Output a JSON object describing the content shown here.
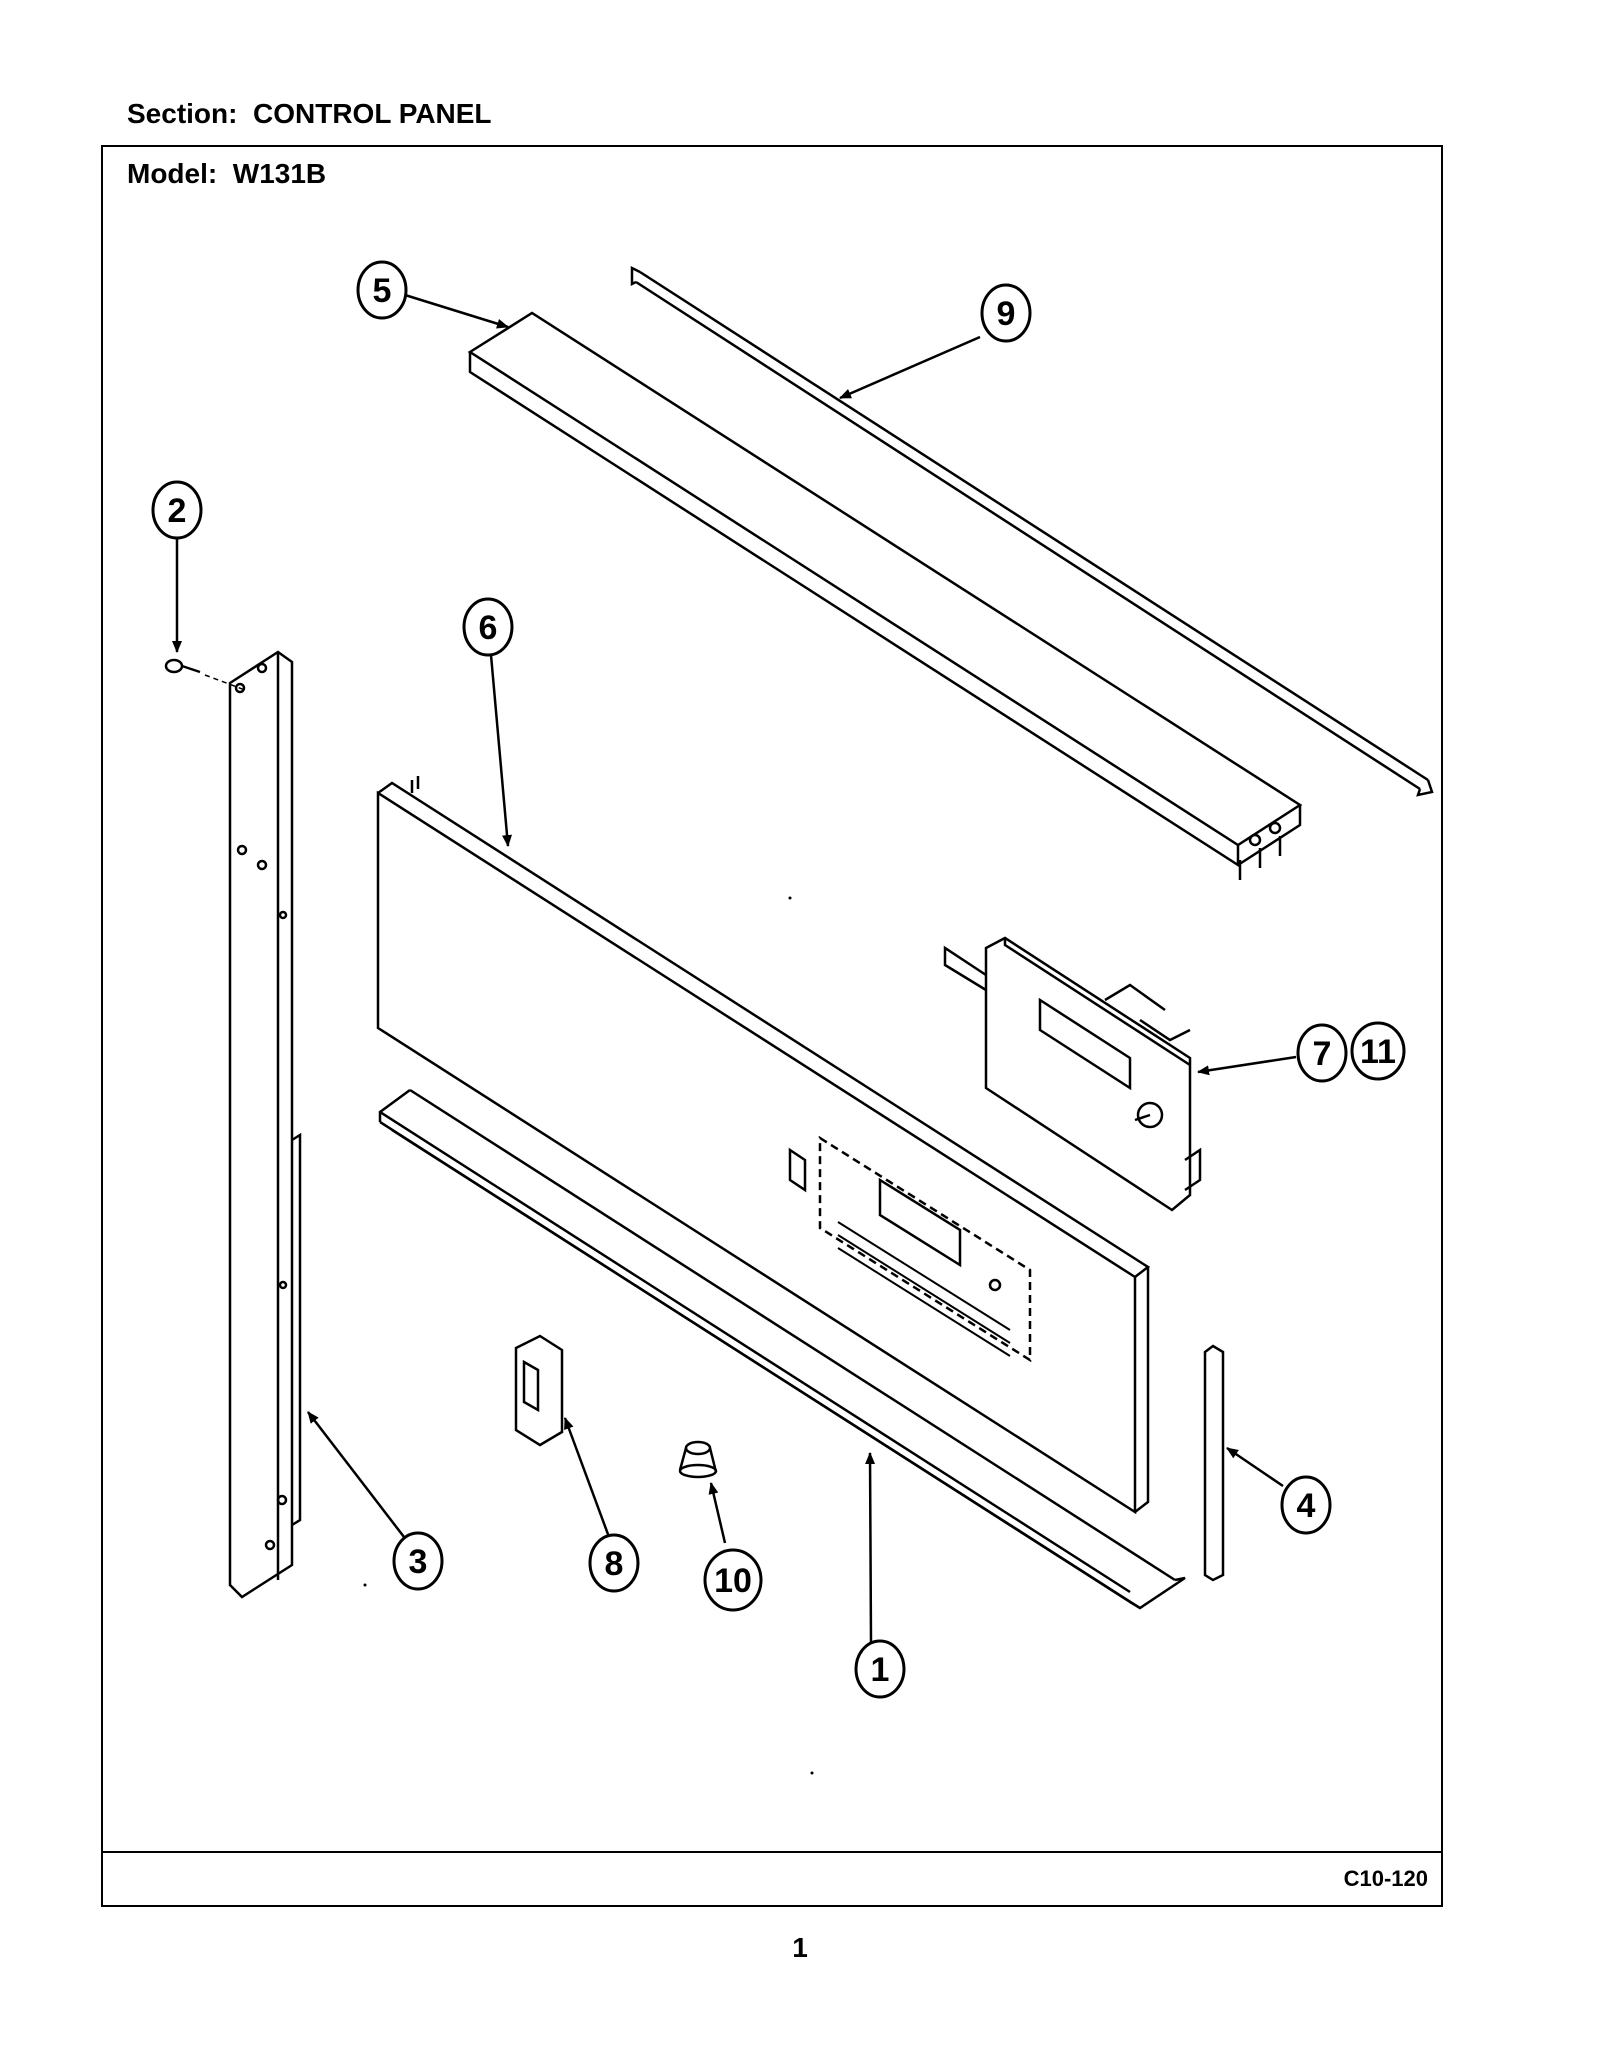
{
  "header": {
    "section_label": "Section:  CONTROL PANEL",
    "model_label": "Model:  W131B"
  },
  "diagram": {
    "code": "C10-120",
    "callouts": [
      {
        "id": "1",
        "part": "trim-strip-bottom"
      },
      {
        "id": "2",
        "part": "screw"
      },
      {
        "id": "3",
        "part": "end-bracket"
      },
      {
        "id": "4",
        "part": "end-cap-trim"
      },
      {
        "id": "5",
        "part": "top-channel"
      },
      {
        "id": "6",
        "part": "control-panel"
      },
      {
        "id": "7",
        "part": "electronic-control-clock"
      },
      {
        "id": "8",
        "part": "rocker-switch"
      },
      {
        "id": "9",
        "part": "top-trim"
      },
      {
        "id": "10",
        "part": "knob"
      },
      {
        "id": "11",
        "part": "electronic-control-clock-alt"
      }
    ]
  },
  "page": {
    "number": "1"
  }
}
